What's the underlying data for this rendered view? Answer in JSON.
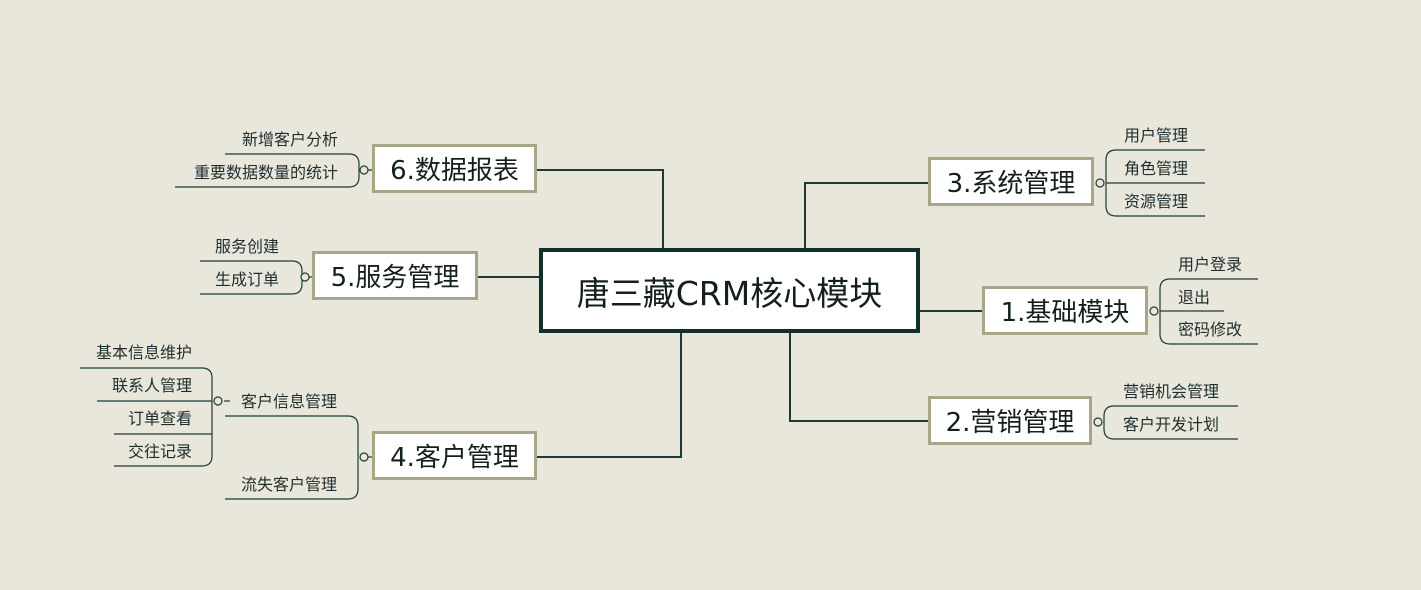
{
  "root": {
    "label": "唐三藏CRM核心模块"
  },
  "branches": {
    "sys": {
      "label": "3.系统管理",
      "items": [
        "用户管理",
        "角色管理",
        "资源管理"
      ]
    },
    "base": {
      "label": "1.基础模块",
      "items": [
        "用户登录",
        "退出",
        "密码修改"
      ]
    },
    "mkt": {
      "label": "2.营销管理",
      "items": [
        "营销机会管理",
        "客户开发计划"
      ]
    },
    "data": {
      "label": "6.数据报表",
      "items": [
        "新增客户分析",
        "重要数据数量的统计"
      ]
    },
    "svc": {
      "label": "5.服务管理",
      "items": [
        "服务创建",
        "生成订单"
      ]
    },
    "cust": {
      "label": "4.客户管理",
      "items": [
        "客户信息管理",
        "流失客户管理"
      ],
      "sub": [
        "基本信息维护",
        "联系人管理",
        "订单查看",
        "交往记录"
      ]
    }
  },
  "colors": {
    "background": "#e9e7dc",
    "connector": "#1c3a36",
    "branch_border": "#a9a587",
    "root_border": "#11302c"
  }
}
